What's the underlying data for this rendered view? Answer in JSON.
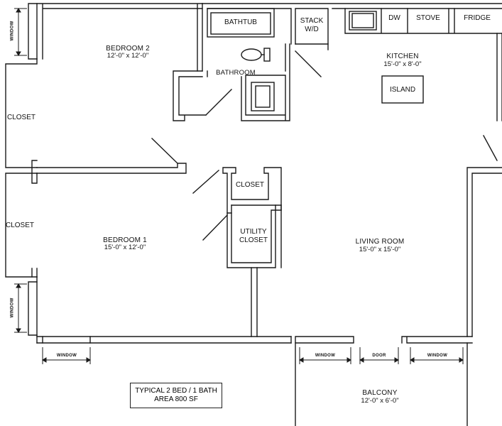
{
  "rooms": {
    "bedroom2": {
      "name": "BEDROOM 2",
      "dim": "12'-0\" x 12'-0\""
    },
    "bedroom1": {
      "name": "BEDROOM 1",
      "dim": "15'-0\" x 12'-0\""
    },
    "kitchen": {
      "name": "KITCHEN",
      "dim": "15'-0\" x 8'-0\""
    },
    "living": {
      "name": "LIVING ROOM",
      "dim": "15'-0\" x 15'-0\""
    },
    "balcony": {
      "name": "BALCONY",
      "dim": "12'-0\" x 6'-0\""
    },
    "bathroom": {
      "name": "BATHROOM"
    }
  },
  "fixtures": {
    "bathtub": "BATHTUB",
    "stack_line1": "STACK",
    "stack_line2": "W/D",
    "dw": "DW",
    "stove": "STOVE",
    "fridge": "FRIDGE",
    "island": "ISLAND"
  },
  "closets": {
    "closet_label": "CLOSET",
    "utility_line1": "UTILITY",
    "utility_line2": "CLOSET"
  },
  "openings": {
    "window": "WINDOW",
    "door": "DOOR"
  },
  "note": {
    "line1": "TYPICAL 2 BED / 1 BATH",
    "line2": "AREA 800 SF"
  }
}
